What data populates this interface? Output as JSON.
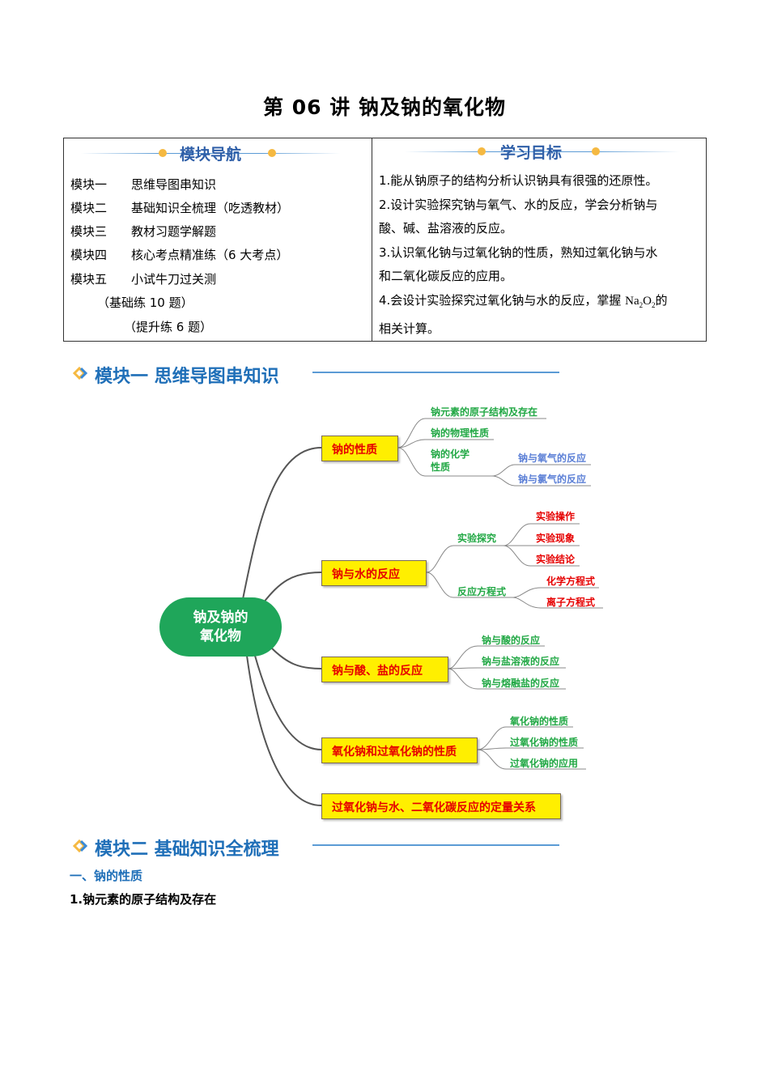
{
  "title": "第 06 讲  钠及钠的氧化物",
  "nav": {
    "left_heading": "模块导航",
    "right_heading": "学习目标",
    "modules": [
      {
        "key": "模块一",
        "text": "思维导图串知识"
      },
      {
        "key": "模块二",
        "text": "基础知识全梳理（吃透教材）"
      },
      {
        "key": "模块三",
        "text": "教材习题学解题"
      },
      {
        "key": "模块四",
        "text": "核心考点精准练（6 大考点）"
      },
      {
        "key": "模块五",
        "text": "小试牛刀过关测"
      }
    ],
    "sub1": "（基础练 10 题）",
    "sub2": "（提升练 6 题）",
    "goals": [
      "1.能从钠原子的结构分析认识钠具有很强的还原性。",
      "2.设计实验探究钠与氧气、水的反应，学会分析钠与",
      "酸、碱、盐溶液的反应。",
      "3.认识氧化钠与过氧化钠的性质，熟知过氧化钠与水",
      "和二氧化碳反应的应用。",
      "4.会设计实验探究过氧化钠与水的反应，掌握",
      "相关计算。"
    ],
    "formula_na": "Na",
    "formula_2a": "2",
    "formula_o": "O",
    "formula_2b": "2",
    "formula_de": "的"
  },
  "section1": "模块一 思维导图串知识",
  "mindmap": {
    "root_line1": "钠及钠的",
    "root_line2": "氧化物",
    "b1": "钠的性质",
    "b1_leaves": [
      "钠元素的原子结构及存在",
      "钠的物理性质"
    ],
    "b1_chem_line1": "钠的化学",
    "b1_chem_line2": "性质",
    "b1_chem_leaves": [
      "钠与氧气的反应",
      "钠与氯气的反应"
    ],
    "b2": "钠与水的反应",
    "b2_exp": "实验探究",
    "b2_exp_leaves": [
      "实验操作",
      "实验现象",
      "实验结论"
    ],
    "b2_eq": "反应方程式",
    "b2_eq_leaves": [
      "化学方程式",
      "离子方程式"
    ],
    "b3": "钠与酸、盐的反应",
    "b3_leaves": [
      "钠与酸的反应",
      "钠与盐溶液的反应",
      "钠与熔融盐的反应"
    ],
    "b4": "氧化钠和过氧化钠的性质",
    "b4_leaves": [
      "氧化钠的性质",
      "过氧化钠的性质",
      "过氧化钠的应用"
    ],
    "b5": "过氧化钠与水、二氧化碳反应的定量关系"
  },
  "section2": "模块二 基础知识全梳理",
  "sub_heading": "一、钠的性质",
  "point1": "1.钠元素的原子结构及存在"
}
